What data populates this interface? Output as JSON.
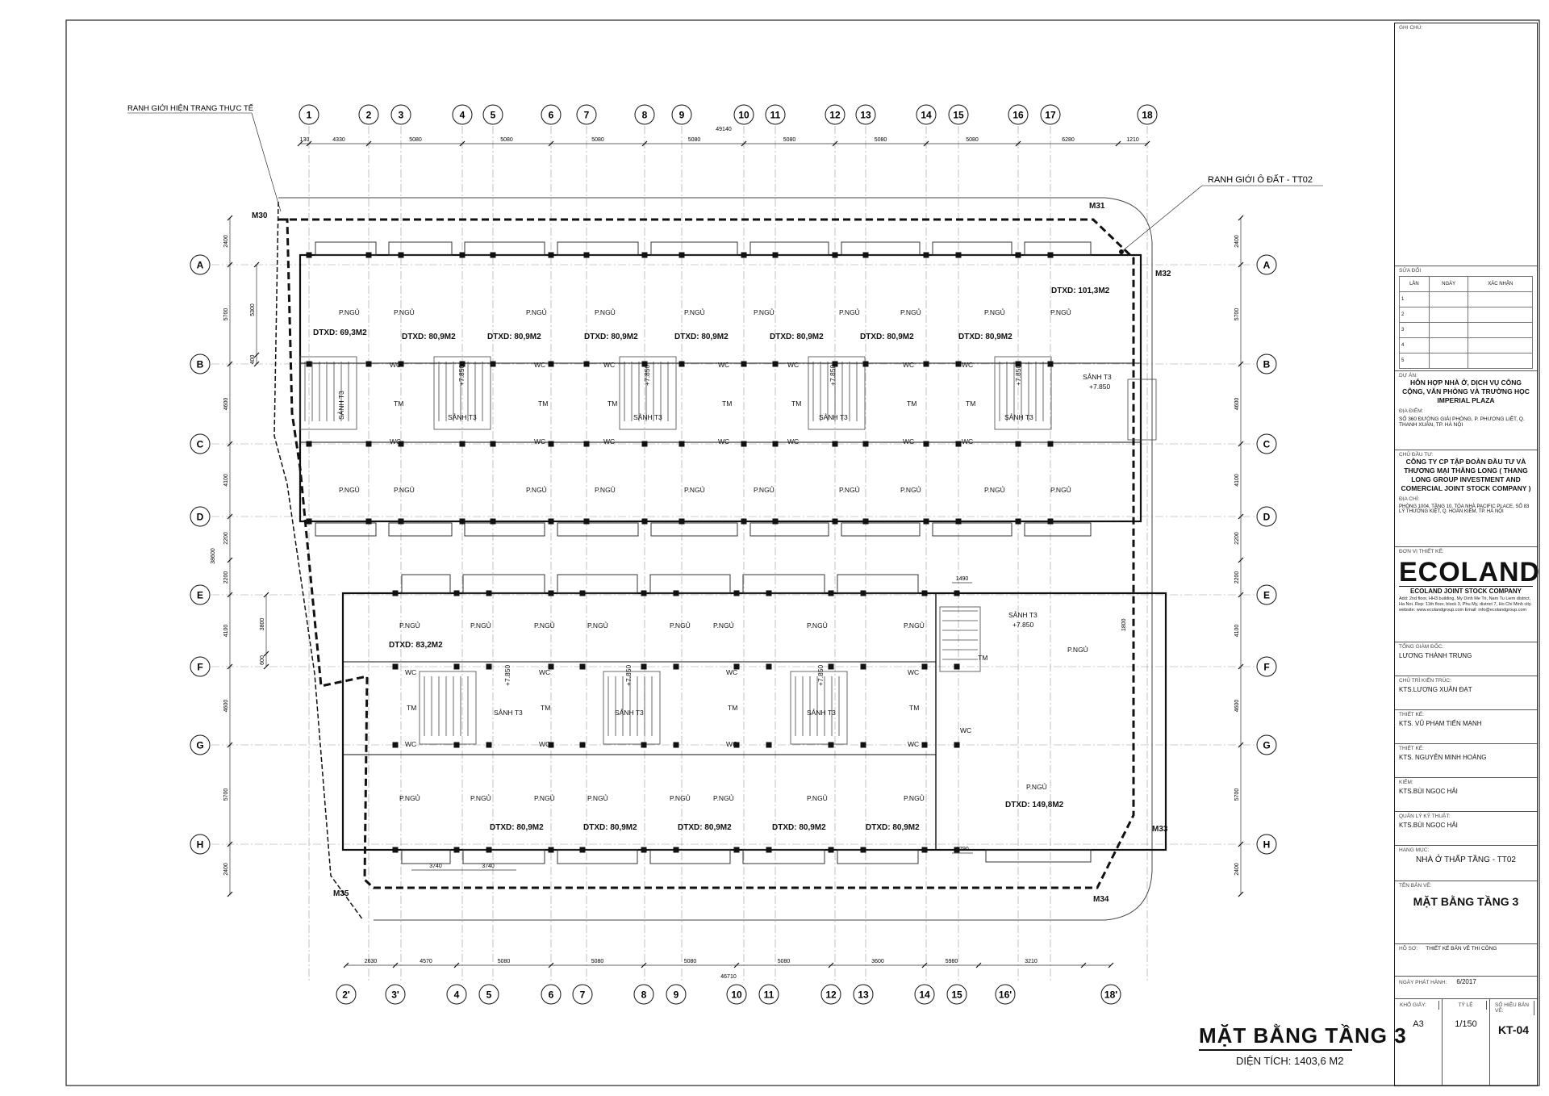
{
  "drawing": {
    "title": "MẶT BẰNG TẦNG 3",
    "area_label": "DIỆN TÍCH: 1403,6 M2",
    "boundary_actual": "RANH GIỚI HIỆN TRẠNG THỰC TẾ",
    "boundary_lot": "RANH GIỚI Ô ĐẤT - TT02",
    "top_axes": [
      "1",
      "2",
      "3",
      "4",
      "5",
      "6",
      "7",
      "8",
      "9",
      "10",
      "11",
      "12",
      "13",
      "14",
      "15",
      "16",
      "17",
      "18"
    ],
    "bottom_axes": [
      "2'",
      "3'",
      "4",
      "5",
      "6",
      "7",
      "8",
      "9",
      "10",
      "11",
      "12",
      "13",
      "14",
      "15",
      "16'",
      "18'"
    ],
    "row_axes": [
      "A",
      "B",
      "C",
      "D",
      "E",
      "F",
      "G",
      "H"
    ],
    "top_dims": [
      "130",
      "4330",
      "5080",
      "5080",
      "5080",
      "5080",
      "5080",
      "5080",
      "5080",
      "6280",
      "1210"
    ],
    "top_total": "49140",
    "bottom_dims": [
      "2630",
      "4570",
      "5080",
      "5080",
      "5080",
      "5080",
      "3600",
      "5980",
      "3210"
    ],
    "bottom_total": "46710",
    "left_dims": [
      "2400",
      "5700",
      "4600",
      "4100",
      "2200",
      "2200",
      "4100",
      "4600",
      "5700",
      "2400"
    ],
    "left_total": "38600",
    "inner_dims": [
      "5300",
      "400",
      "3800",
      "600"
    ],
    "markers": [
      "M30",
      "M31",
      "M32",
      "M33",
      "M34",
      "M35"
    ],
    "rooms": {
      "bed": "P.NGỦ",
      "wc": "WC",
      "tm": "TM",
      "lobby": "SẢNH T3",
      "level": "+7.850"
    },
    "areas_top": [
      "DTXD: 69,3M2",
      "DTXD: 80,9M2",
      "DTXD: 80,9M2",
      "DTXD: 80,9M2",
      "DTXD: 80,9M2",
      "DTXD: 80,9M2",
      "DTXD: 80,9M2",
      "DTXD: 80,9M2",
      "DTXD: 101,3M2"
    ],
    "areas_bottom": [
      "DTXD: 83,2M2",
      "DTXD: 80,9M2",
      "DTXD: 80,9M2",
      "DTXD: 80,9M2",
      "DTXD: 80,9M2",
      "DTXD: 80,9M2",
      "DTXD: 149,8M2"
    ],
    "misc_dims": [
      "1490",
      "1800",
      "1790",
      "3740",
      "3740"
    ]
  },
  "titleblock": {
    "notes_label": "GHI CHÚ:",
    "revision_label": "SỬA ĐỔI",
    "rev_headers": [
      "LẦN",
      "NGÀY",
      "XÁC NHẬN"
    ],
    "rev_rows": [
      "1",
      "2",
      "3",
      "4",
      "5"
    ],
    "project_label": "DỰ ÁN:",
    "project_name": "HỖN HỢP NHÀ Ở, DỊCH VỤ CÔNG CỘNG, VĂN PHÒNG VÀ TRƯỜNG HỌC IMPERIAL PLAZA",
    "location_label": "ĐỊA ĐIỂM:",
    "location": "SỐ 360 ĐƯỜNG GIẢI PHÓNG, P. PHƯƠNG LIỆT, Q. THANH XUÂN, TP. HÀ NỘI",
    "owner_label": "CHỦ ĐẦU TƯ:",
    "owner": "CÔNG TY CP TẬP ĐOÀN ĐẦU TƯ VÀ THƯƠNG MẠI THĂNG LONG ( THANG LONG GROUP INVESTMENT AND COMERCIAL JOINT STOCK COMPANY )",
    "owner_address_label": "ĐỊA CHỈ:",
    "owner_address": "PHÒNG 1004, TẦNG 10, TÒA NHÀ PACIFIC PLACE, SỐ 83 LÝ THƯỜNG KIỆT, Q. HOÀN KIẾM, TP. HÀ NỘI",
    "designer_label": "ĐƠN VỊ THIẾT KẾ:",
    "designer_logo": "ECOLAND",
    "designer_name": "ECOLAND JOINT STOCK COMPANY",
    "designer_address": "Add: 2nd floor, HH3 building, My Dinh Me Tri, Nam Tu Liem district, Ha Noi. Rep: 11th floor, block 3, Phu My, district 7, Ho Chi Minh city. website: www.ecolandgroup.com Email: info@ecolandgroup.com",
    "gd_label": "TỔNG GIÁM ĐỐC:",
    "gd": "LƯƠNG THÀNH TRUNG",
    "arch_label": "CHỦ TRÌ KIẾN TRÚC:",
    "arch": "KTS.LƯƠNG XUÂN ĐẠT",
    "design1_label": "THIẾT KẾ:",
    "design1": "KTS. VŨ PHẠM TIẾN MẠNH",
    "design2_label": "THIẾT KẾ:",
    "design2": "KTS. NGUYỄN MINH HOÀNG",
    "check_label": "KIỂM:",
    "check": "KTS.BÙI NGỌC HẢI",
    "qc_label": "QUẢN LÝ KỸ THUẬT:",
    "qc": "KTS.BÙI NGỌC HẢI",
    "item_label": "HẠNG MỤC:",
    "item": "NHÀ Ở THẤP TẦNG - TT02",
    "sheet_label": "TÊN BẢN VẼ:",
    "sheet": "MẶT BẰNG TẦNG 3",
    "stage_label": "HỒ SƠ:",
    "stage": "THIẾT KẾ BẢN VẼ THI CÔNG",
    "date_label": "NGÀY PHÁT HÀNH:",
    "date": "6/2017",
    "paper_label": "KHỔ GIẤY:",
    "paper": "A3",
    "scale_label": "TỶ LỆ",
    "scale": "1/150",
    "number_label": "SỐ HIỆU BẢN VẼ:",
    "number": "KT-04"
  }
}
